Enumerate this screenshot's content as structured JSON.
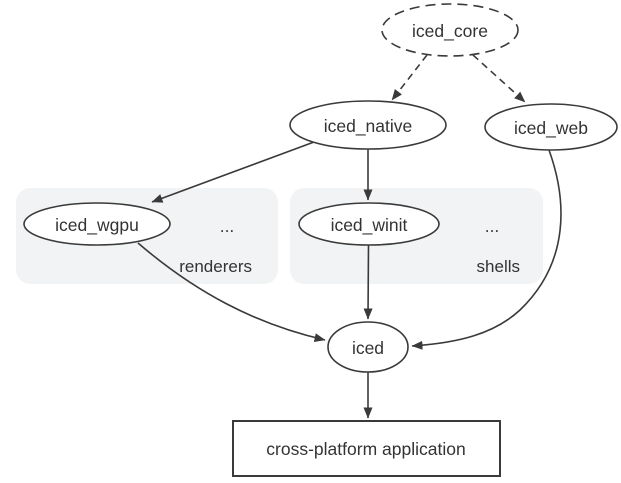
{
  "diagram": {
    "nodes": {
      "iced_core": {
        "label": "iced_core",
        "shape": "ellipse",
        "style": "dashed"
      },
      "iced_native": {
        "label": "iced_native",
        "shape": "ellipse",
        "style": "solid"
      },
      "iced_web": {
        "label": "iced_web",
        "shape": "ellipse",
        "style": "solid"
      },
      "iced_wgpu": {
        "label": "iced_wgpu",
        "shape": "ellipse",
        "style": "solid",
        "group": "renderers"
      },
      "iced_winit": {
        "label": "iced_winit",
        "shape": "ellipse",
        "style": "solid",
        "group": "shells"
      },
      "iced": {
        "label": "iced",
        "shape": "ellipse",
        "style": "solid"
      },
      "app": {
        "label": "cross-platform application",
        "shape": "rect",
        "style": "solid"
      }
    },
    "groups": {
      "renderers": {
        "label": "renderers",
        "ellipsis": "..."
      },
      "shells": {
        "label": "shells",
        "ellipsis": "..."
      }
    },
    "edges": [
      {
        "from": "iced_core",
        "to": "iced_native",
        "style": "dashed"
      },
      {
        "from": "iced_core",
        "to": "iced_web",
        "style": "dashed"
      },
      {
        "from": "iced_native",
        "to": "iced_wgpu",
        "style": "solid"
      },
      {
        "from": "iced_native",
        "to": "iced_winit",
        "style": "solid"
      },
      {
        "from": "iced_wgpu",
        "to": "iced",
        "style": "solid"
      },
      {
        "from": "iced_winit",
        "to": "iced",
        "style": "solid"
      },
      {
        "from": "iced_web",
        "to": "iced",
        "style": "solid"
      },
      {
        "from": "iced",
        "to": "app",
        "style": "solid"
      }
    ],
    "colors": {
      "stroke": "#3a3a3a",
      "text": "#333333",
      "group_fill": "#f1f3f4",
      "accent_blue": "#1a73e8",
      "background": "#ffffff"
    }
  }
}
